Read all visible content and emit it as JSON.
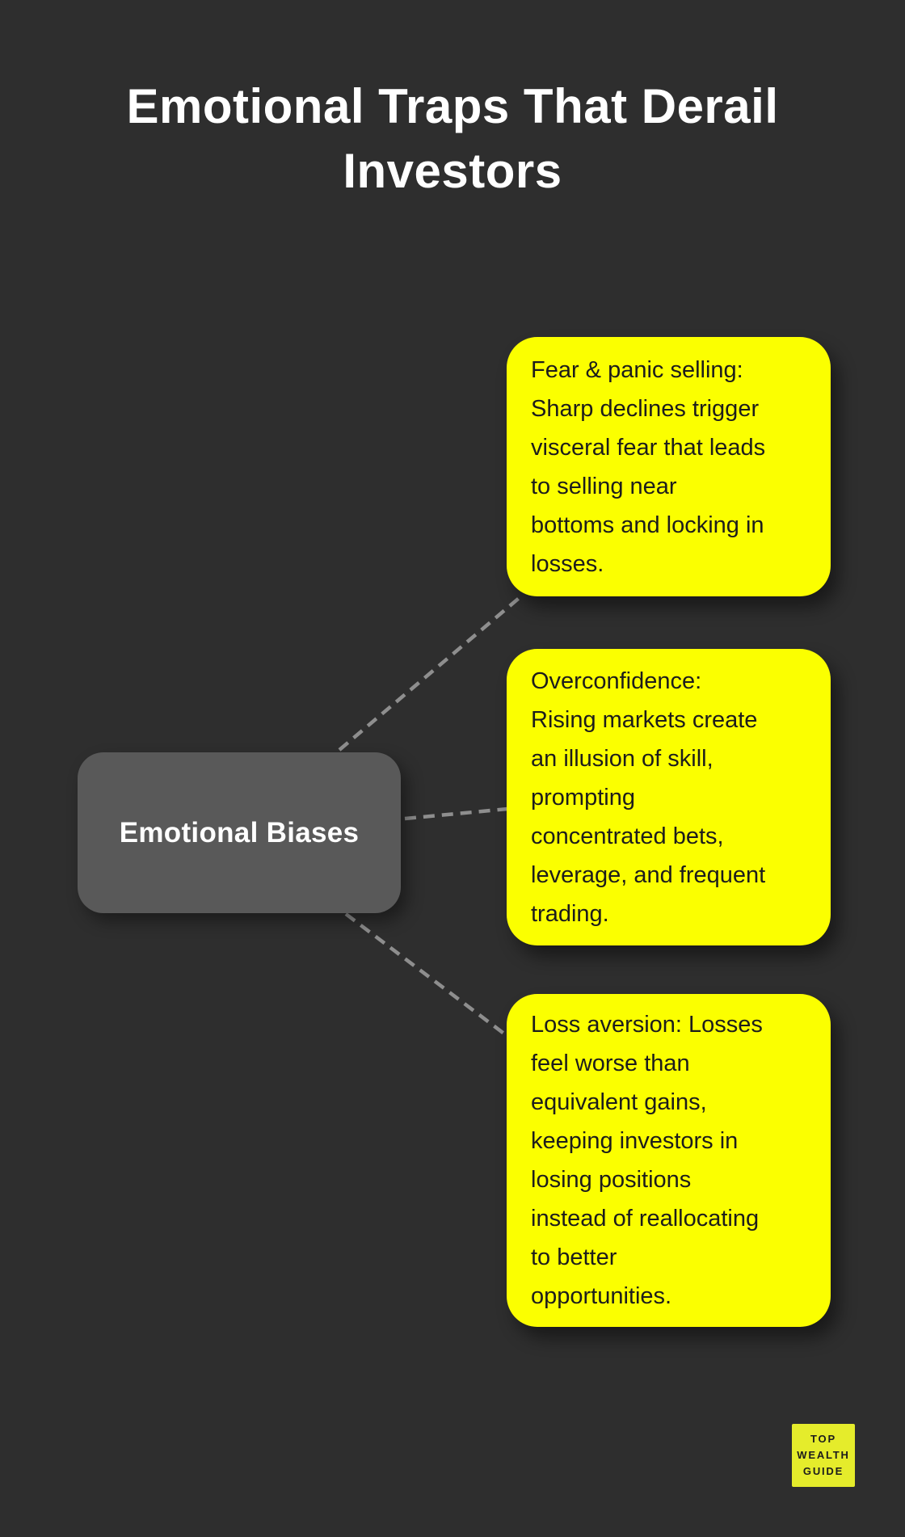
{
  "title": "Emotional Traps That Derail\nInvestors",
  "central_node": {
    "label": "Emotional Biases"
  },
  "cards": [
    {
      "text": "Fear & panic selling:\nSharp declines trigger\nvisceral fear that leads\nto selling near\nbottoms and locking in\nlosses."
    },
    {
      "text": "Overconfidence:\nRising markets create\nan illusion of skill,\nprompting\nconcentrated bets,\nleverage, and frequent\ntrading."
    },
    {
      "text": "Loss aversion: Losses\nfeel worse than\nequivalent gains,\nkeeping investors in\nlosing positions\ninstead of reallocating\nto better\nopportunities."
    }
  ],
  "logo": {
    "text": "TOP\nWEALTH\nGUIDE"
  },
  "colors": {
    "background": "#2e2e2e",
    "card_bg": "#fbff00",
    "card_text": "#1c1c1c",
    "node_bg": "#595959",
    "node_text": "#ffffff",
    "title_text": "#ffffff",
    "connector": "#8e8e8e",
    "logo_bg": "#e5ec2b",
    "logo_text": "#1c1c1c"
  }
}
